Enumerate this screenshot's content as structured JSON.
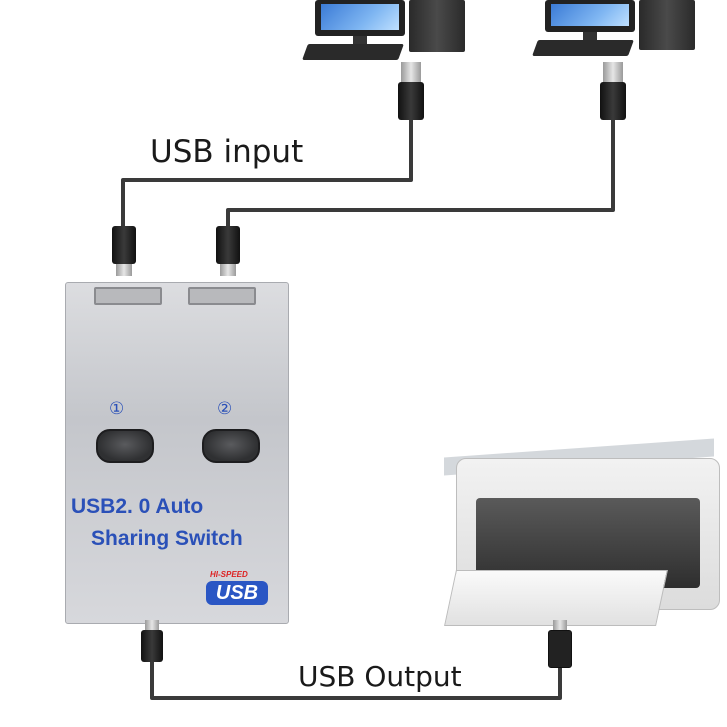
{
  "labels": {
    "usb_input": "USB input",
    "usb_output": "USB Output"
  },
  "switch": {
    "title_line1": "USB2. 0 Auto",
    "title_line2": "Sharing Switch",
    "button1_number": "①",
    "button2_number": "②",
    "logo_badge": "HI-SPEED",
    "logo_text": "USB"
  },
  "colors": {
    "switch_text": "#2a50b8",
    "cable": "#3a3a3a",
    "background": "#ffffff"
  }
}
